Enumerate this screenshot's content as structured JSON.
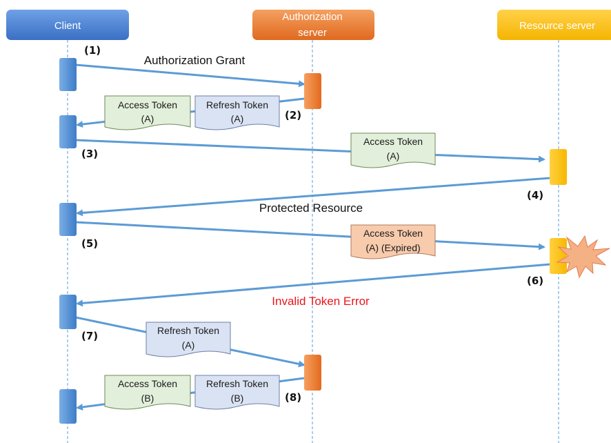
{
  "participants": {
    "client": "Client",
    "auth_server_line1": "Authorization",
    "auth_server_line2": "server",
    "resource_server": "Resource server"
  },
  "messages": {
    "m1": "Authorization Grant",
    "m4": "Protected Resource",
    "m6": "Invalid Token Error"
  },
  "steps": {
    "s1": "(1)",
    "s2": "(2)",
    "s3": "(3)",
    "s4": "(4)",
    "s5": "(5)",
    "s6": "(6)",
    "s7": "(7)",
    "s8": "(8)"
  },
  "tokens": {
    "t2a": {
      "line1": "Access Token",
      "line2": "(A)"
    },
    "t2b": {
      "line1": "Refresh Token",
      "line2": "(A)"
    },
    "t3": {
      "line1": "Access Token",
      "line2": "(A)"
    },
    "t5": {
      "line1": "Access Token",
      "line2": "(A) (Expired)"
    },
    "t7": {
      "line1": "Refresh Token",
      "line2": "(A)"
    },
    "t8a": {
      "line1": "Access Token",
      "line2": "(B)"
    },
    "t8b": {
      "line1": "Refresh Token",
      "line2": "(B)"
    }
  },
  "colors": {
    "client": "#4a86d6",
    "auth_server": "#ed7d31",
    "resource_server": "#ffc000",
    "arrow": "#5b9bd5",
    "access_token_fill": "#e2efda",
    "refresh_token_fill": "#dae3f3",
    "expired_token_fill": "#f8cbad",
    "error_text": "#e8161b",
    "burst": "#f4b183"
  }
}
